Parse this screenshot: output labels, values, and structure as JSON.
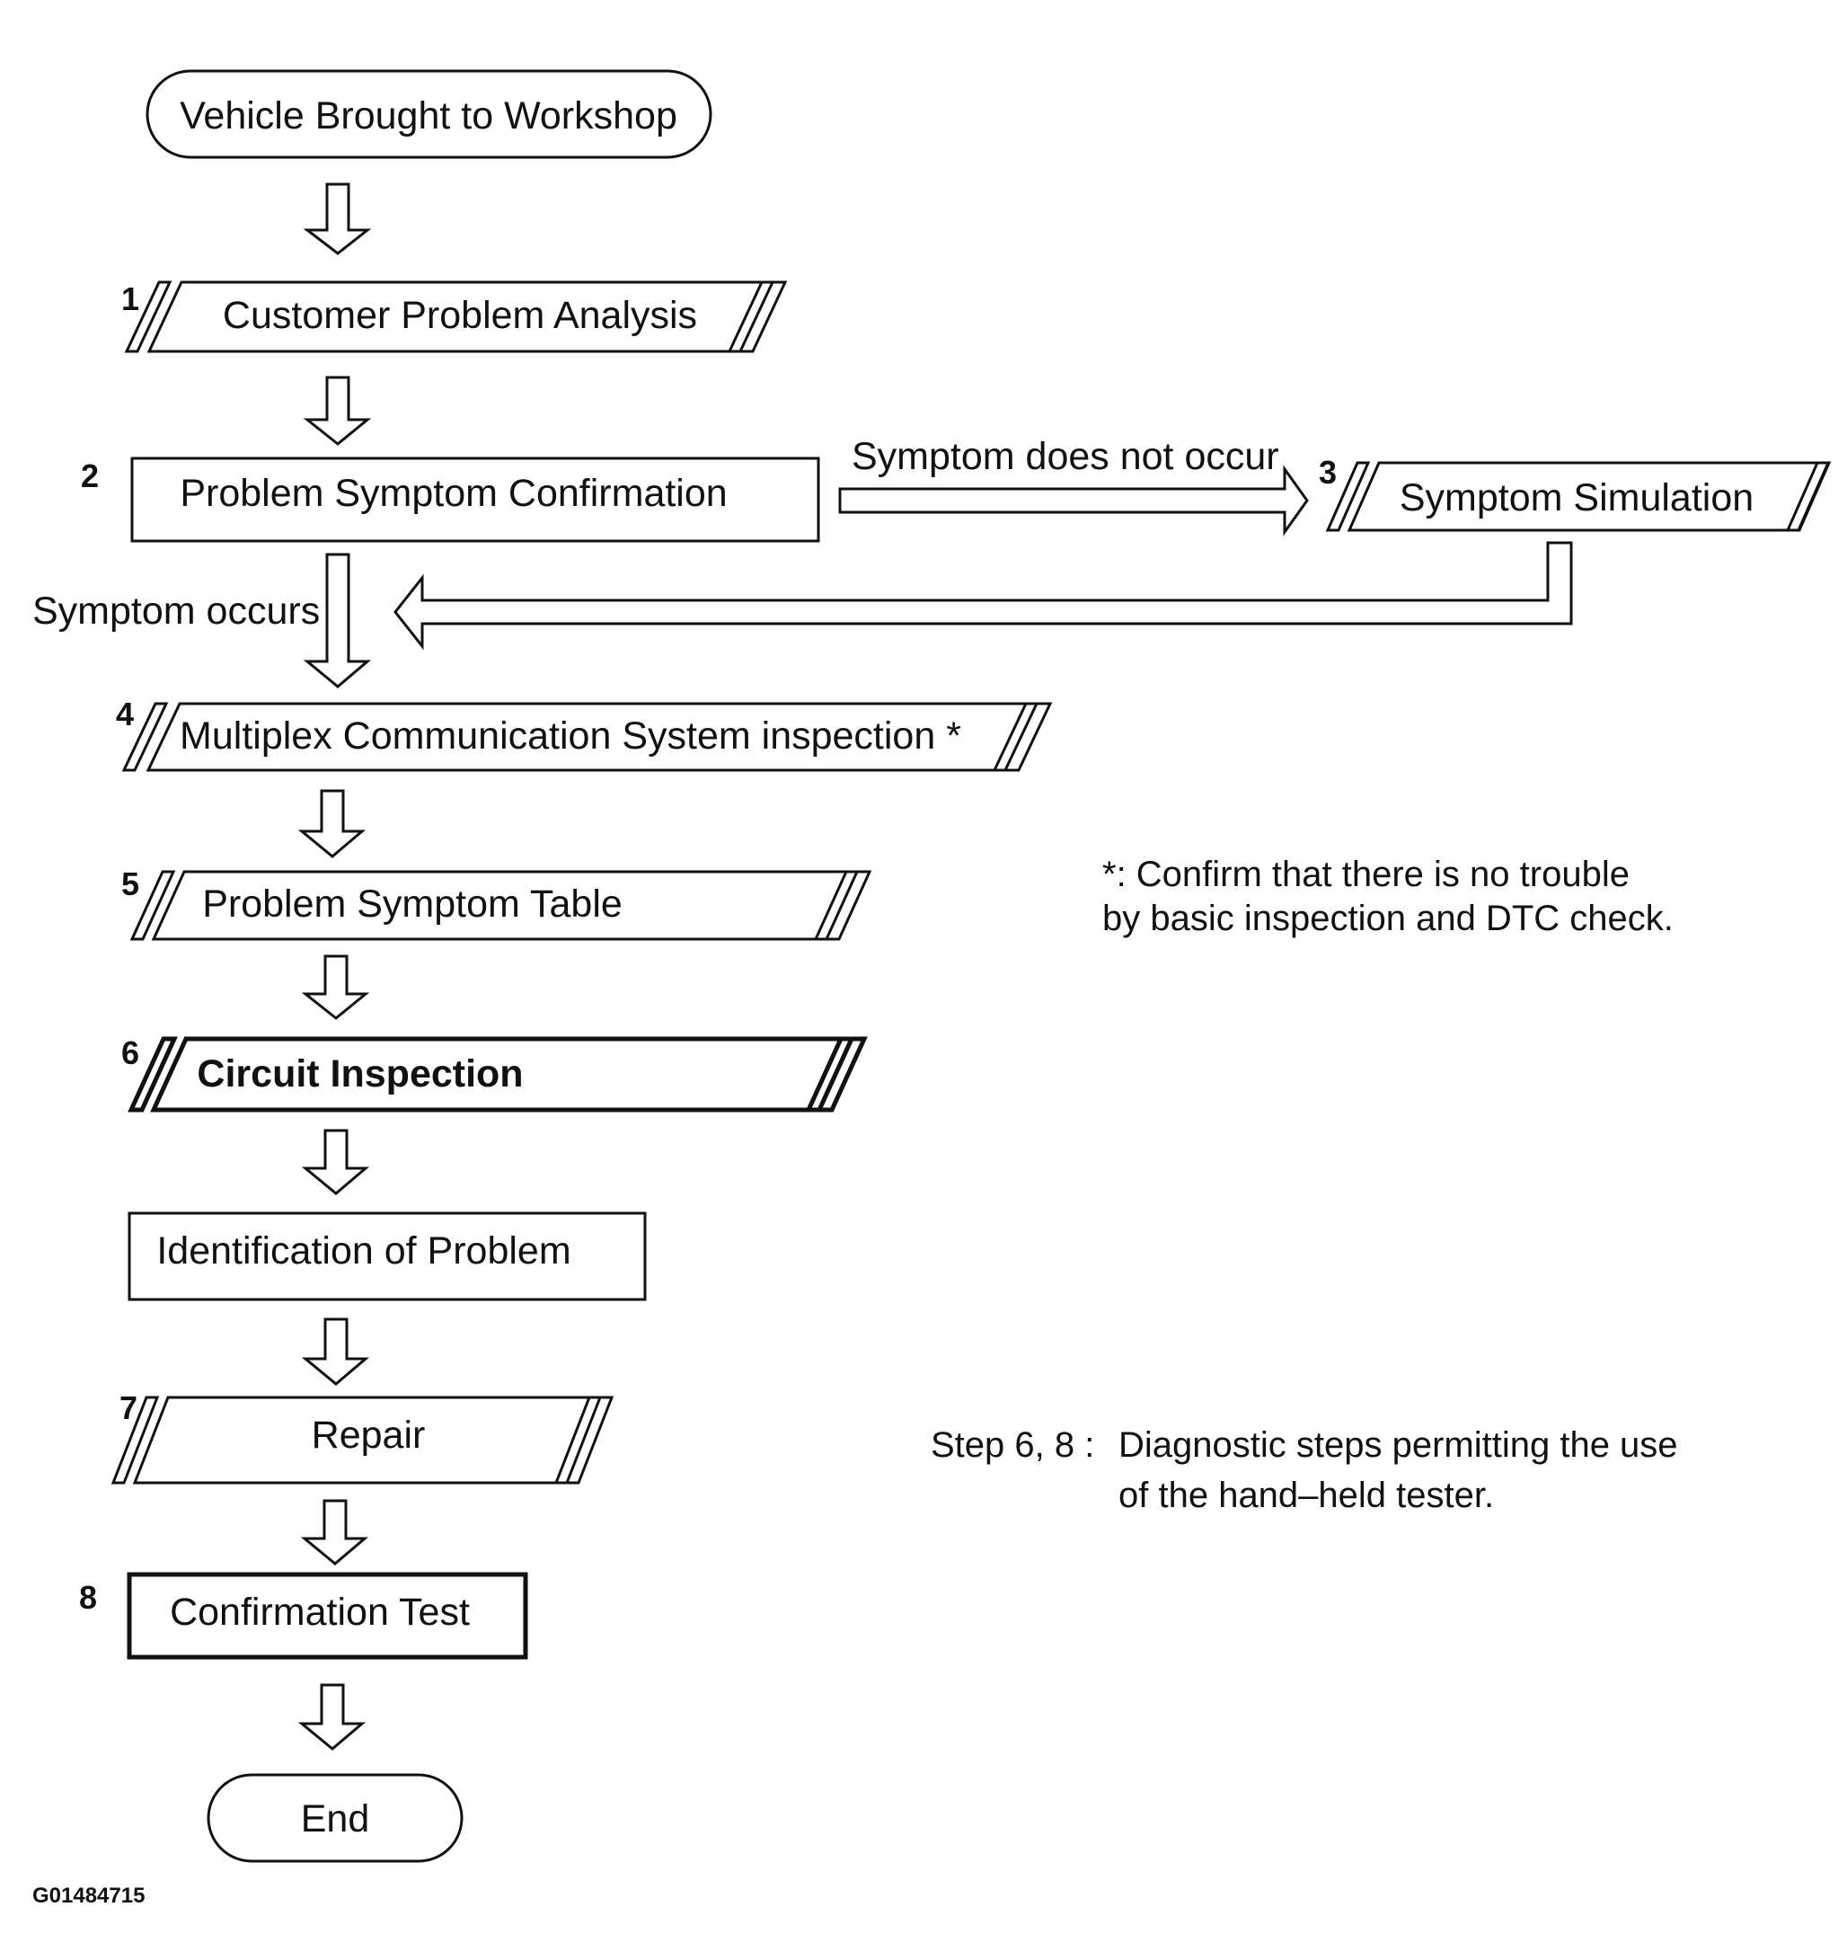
{
  "start": {
    "label": "Vehicle Brought to Workshop"
  },
  "steps": [
    {
      "number": "1",
      "label": "Customer Problem Analysis"
    },
    {
      "number": "2",
      "label": "Problem Symptom Confirmation"
    },
    {
      "number": "3",
      "label": "Symptom Simulation"
    },
    {
      "number": "4",
      "label": "Multiplex Communication System inspection *"
    },
    {
      "number": "5",
      "label": "Problem Symptom Table"
    },
    {
      "number": "6",
      "label": "Circuit Inspection"
    },
    {
      "number": "",
      "label": "Identification of Problem"
    },
    {
      "number": "7",
      "label": "Repair"
    },
    {
      "number": "8",
      "label": "Confirmation Test"
    }
  ],
  "end": {
    "label": "End"
  },
  "branches": {
    "not_occur": "Symptom does not occur",
    "occurs": "Symptom occurs"
  },
  "notes": {
    "asterisk_line1": "*: Confirm that there is no trouble",
    "asterisk_line2": "by basic inspection and DTC check.",
    "step_label": "Step 6, 8 :",
    "step_line1": "Diagnostic steps permitting the use",
    "step_line2": "of the hand–held tester."
  },
  "figure_id": "G01484715"
}
